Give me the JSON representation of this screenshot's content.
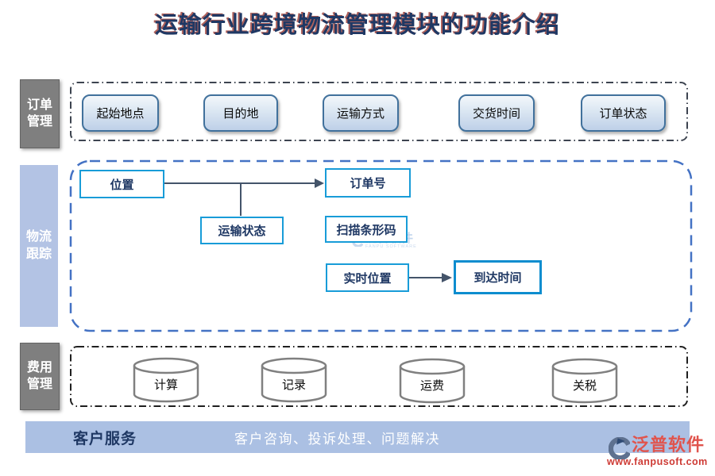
{
  "title": "运输行业跨境物流管理模块的功能介绍",
  "sidebar": {
    "order": [
      "订单",
      "管理"
    ],
    "tracking": [
      "物流",
      "跟踪"
    ],
    "fee": [
      "费用",
      "管理"
    ]
  },
  "order_section": {
    "buttons": [
      "起始地点",
      "目的地",
      "运输方式",
      "交货时间",
      "订单状态"
    ]
  },
  "tracking_section": {
    "nodes": {
      "location": "位置",
      "order_number": "订单号",
      "transport_status": "运输状态",
      "scan_barcode": "扫描条形码",
      "realtime_location": "实时位置",
      "arrival_time": "到达时间"
    }
  },
  "fee_section": {
    "cylinders": [
      "计算",
      "记录",
      "运费",
      "关税"
    ]
  },
  "footer": {
    "label": "客户服务",
    "services": "客户咨询、投诉处理、问题解决"
  },
  "watermark": {
    "text": "泛普软件",
    "subtext": "FANPU SOFTWARE"
  },
  "logo": {
    "brand": "泛普软件",
    "website": "www.fanpusoft.com"
  },
  "colors": {
    "title_navy": "#1f3864",
    "title_shadow_red": "#962d26",
    "node_border_blue": "#189cd8",
    "tracking_dash_blue": "#4472c4",
    "gray_label": "#7f7f7f",
    "light_blue_label": "#b3c3e4",
    "footer_bar": "#abc0e3",
    "button_border": "#41719c",
    "brand_red": "#e0544d",
    "arrow_gray": "#44546a"
  }
}
